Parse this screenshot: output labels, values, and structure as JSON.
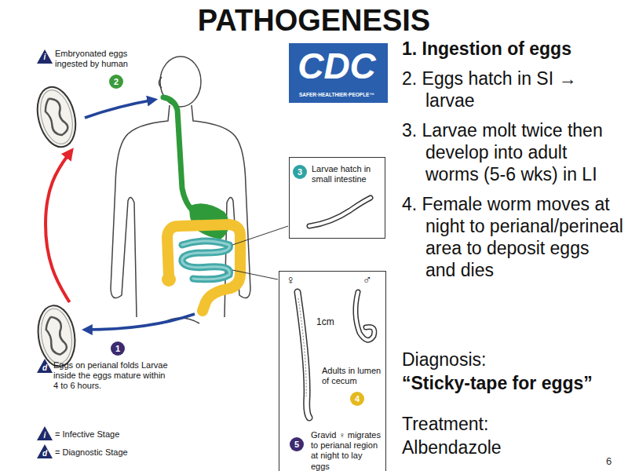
{
  "diagram": {
    "title": "PATHOGENESIS",
    "nodes": [
      {
        "text": [
          "CDC",
          "SAFER·HEALTHIER·PEOPLE™"
        ]
      },
      {
        "text": [
          "Embryonated eggs ingested by human"
        ]
      },
      {
        "text": [
          "Larvae hatch in small intestine"
        ]
      },
      {
        "text": [
          "♀",
          "♂",
          "1cm",
          "Adults in lumen of cecum",
          "Gravid ♀ migrates to perianal region at night to lay eggs"
        ]
      },
      {
        "text": [
          "Eggs on perianal folds Larvae inside the eggs mature within 4 to 6 hours."
        ]
      }
    ],
    "edges": [
      {
        "from": 4,
        "to": 1,
        "arrow": "to"
      }
    ],
    "labels": [
      "i",
      "2",
      "1. Ingestion of eggs",
      "2. Eggs hatch in SI → larvae",
      "3. Larvae molt twice then develop into adult worms (5-6 wks) in LI",
      "4. Female worm moves at night to perianal/perineal area to deposit eggs and dies",
      "3",
      "4",
      "d",
      "1",
      "Diagnosis:",
      "“Sticky-tape for eggs”",
      "5",
      "i",
      "d",
      "Treatment:",
      "Albendazole",
      "6"
    ],
    "legend": [
      {
        "text": "= Infective Stage"
      },
      {
        "text": "= Diagnostic Stage"
      }
    ]
  }
}
